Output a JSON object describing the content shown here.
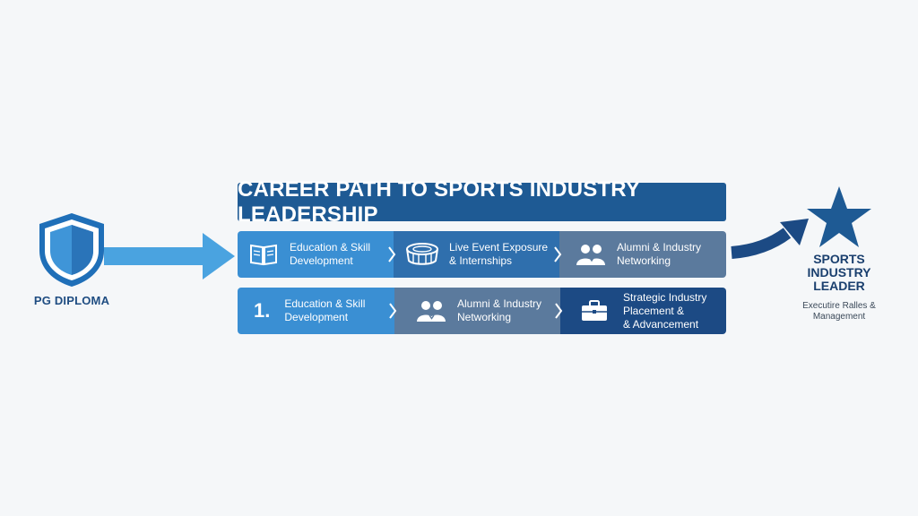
{
  "title": "CAREER PATH TO SPORTS INDUSTRY LEADERSHIP",
  "start": {
    "label": "PG DIPLOMA",
    "icon": "shield-icon"
  },
  "row1": [
    {
      "line1": "Education & Skill",
      "line2": "Development",
      "icon": "book-icon",
      "color": "#3a8fd3"
    },
    {
      "line1": "Live Event Exposure",
      "line2": "& Internships",
      "icon": "stadium-icon",
      "color": "#2f6fad"
    },
    {
      "line1": "Alumni & Industry",
      "line2": "Networking",
      "icon": "people-icon",
      "color": "#5b7a9d"
    }
  ],
  "row2": {
    "number": "1.",
    "segments": [
      {
        "line1": "Education & Skill",
        "line2": "Development",
        "color": "#3a8fd3"
      },
      {
        "line1": "Alumni & Industry",
        "line2": "Networking",
        "icon": "people-icon",
        "color": "#5b7a9d"
      },
      {
        "line1": "Strategic Industry",
        "line2": "Placement &",
        "line3": "& Advancement",
        "icon": "briefcase-icon",
        "color": "#1c4a84"
      }
    ]
  },
  "goal": {
    "line1": "SPORTS",
    "line2": "INDUSTRY",
    "line3": "LEADER",
    "sub1": "Executire Ralles &",
    "sub2": "Management",
    "icon": "star-icon"
  },
  "colors": {
    "title_bar": "#1e5a94",
    "arrow": "#4aa3e0",
    "dark_navy": "#1c4a84"
  }
}
